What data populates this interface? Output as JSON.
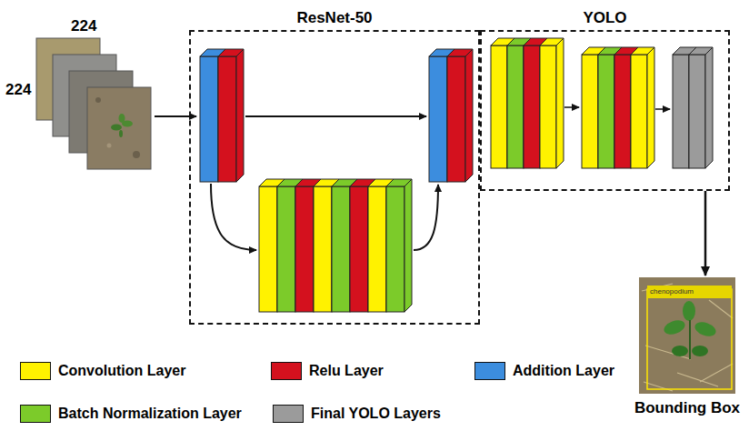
{
  "diagram": {
    "nodes": [
      {
        "text": [
          "ResNet-50"
        ]
      },
      {
        "text": [
          "YOLO"
        ]
      },
      {
        "text": [
          "chenopodium",
          "Bounding Box"
        ]
      }
    ],
    "edges": [
      {
        "from": 1,
        "to": 2,
        "arrow": "to"
      }
    ],
    "labels": [
      "224",
      "224"
    ],
    "legend": [
      {
        "text": "Convolution Layer",
        "color": "#fff200"
      },
      {
        "text": "Relu Layer",
        "color": "#d4111e"
      },
      {
        "text": "Addition Layer",
        "color": "#3c8dde"
      },
      {
        "text": "Batch Normalization Layer",
        "color": "#7ccb2a"
      },
      {
        "text": "Final YOLO Layers",
        "color": "#9b9b9b"
      }
    ]
  }
}
